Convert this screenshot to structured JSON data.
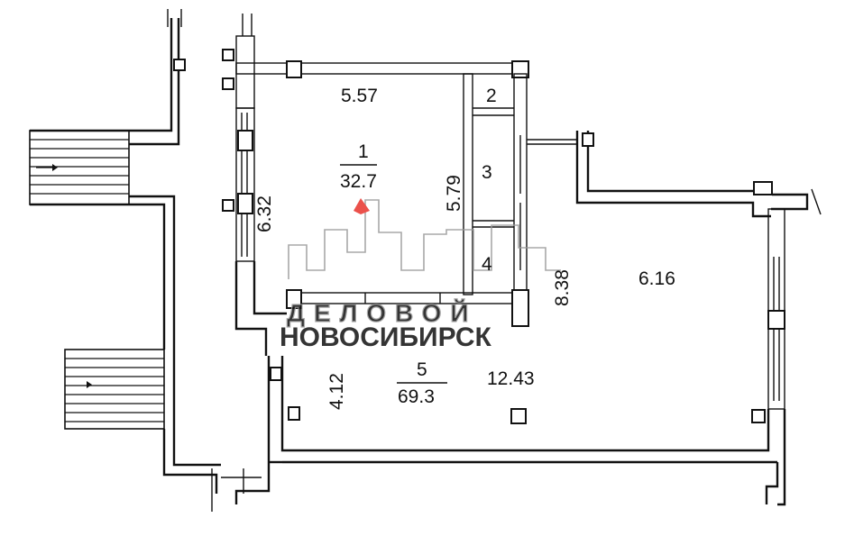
{
  "rooms": {
    "r1": {
      "number": "1",
      "area": "32.7",
      "width": "5.57",
      "height": "5.79",
      "side": "6.32"
    },
    "r2": {
      "number": "2"
    },
    "r3": {
      "number": "3"
    },
    "r4": {
      "number": "4"
    },
    "r5": {
      "number": "5",
      "area": "69.3",
      "width": "12.43",
      "depth": "4.12",
      "right_width": "6.16",
      "height": "8.38"
    }
  },
  "watermark": {
    "line1": "ДЕЛОВОЙ",
    "line2": "НОВОСИБИРСК",
    "accent_color": "#e8332c"
  },
  "colors": {
    "line": "#111111",
    "background": "#ffffff"
  }
}
